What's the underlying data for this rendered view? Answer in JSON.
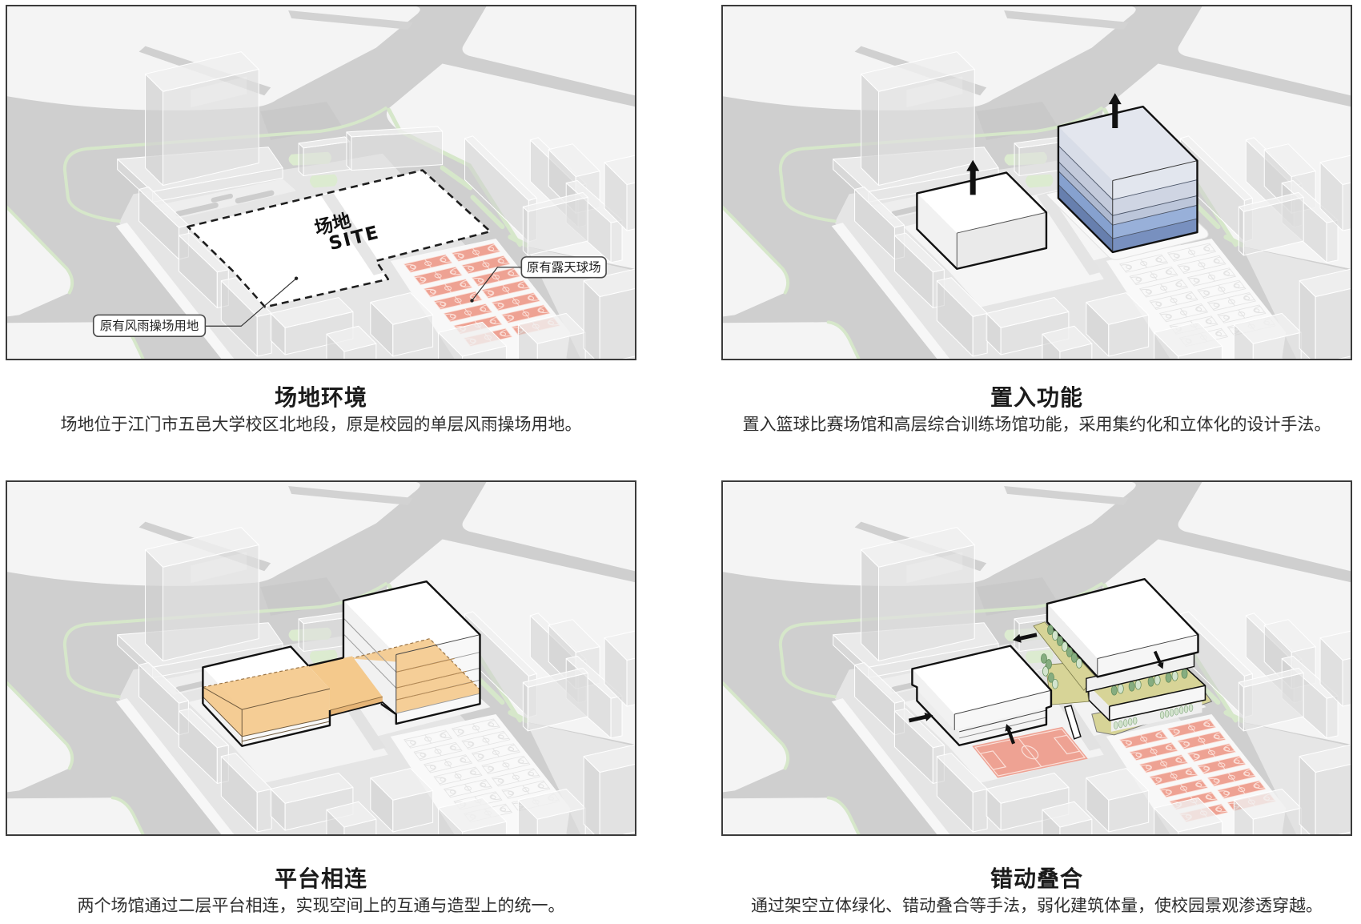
{
  "panels": [
    {
      "key": "site-environment",
      "title": "场地环境",
      "description": "场地位于江门市五邑大学校区北地段，原是校园的单层风雨操场用地。",
      "annotations": {
        "site_label_cn": "场地",
        "site_label_en": "SITE",
        "callout_gym_site": "原有风雨操场用地",
        "callout_courts": "原有露天球场"
      }
    },
    {
      "key": "insert-functions",
      "title": "置入功能",
      "description": "置入篮球比赛场馆和高层综合训练场馆功能，采用集约化和立体化的设计手法。",
      "icons": [
        "arrow-up-icon",
        "arrow-up-icon"
      ]
    },
    {
      "key": "platform-connection",
      "title": "平台相连",
      "description": "两个场馆通过二层平台相连，实现空间上的互通与造型上的统一。"
    },
    {
      "key": "staggered-overlap",
      "title": "错动叠合",
      "description": "通过架空立体绿化、错动叠合等手法，弱化建筑体量，使校园景观渗透穿越。",
      "icons": [
        "arrow-left-icon",
        "arrow-down-icon",
        "arrow-up-icon",
        "arrow-right-icon"
      ]
    }
  ],
  "colors": {
    "frame": "#3b3b3b",
    "road_grey": "#cfcfcf",
    "block_white": "#f4f4f4",
    "landscape_green": "#d6e7ca",
    "court_red": "#eea293",
    "platform_orange": "#f4c98c",
    "terrace_olive": "#d7d497",
    "tree_green": "#86ad80",
    "blue_layers": [
      "#e2e6ee",
      "#cfd5e3",
      "#bcc6da",
      "#98b0d9",
      "#7890bf"
    ]
  }
}
